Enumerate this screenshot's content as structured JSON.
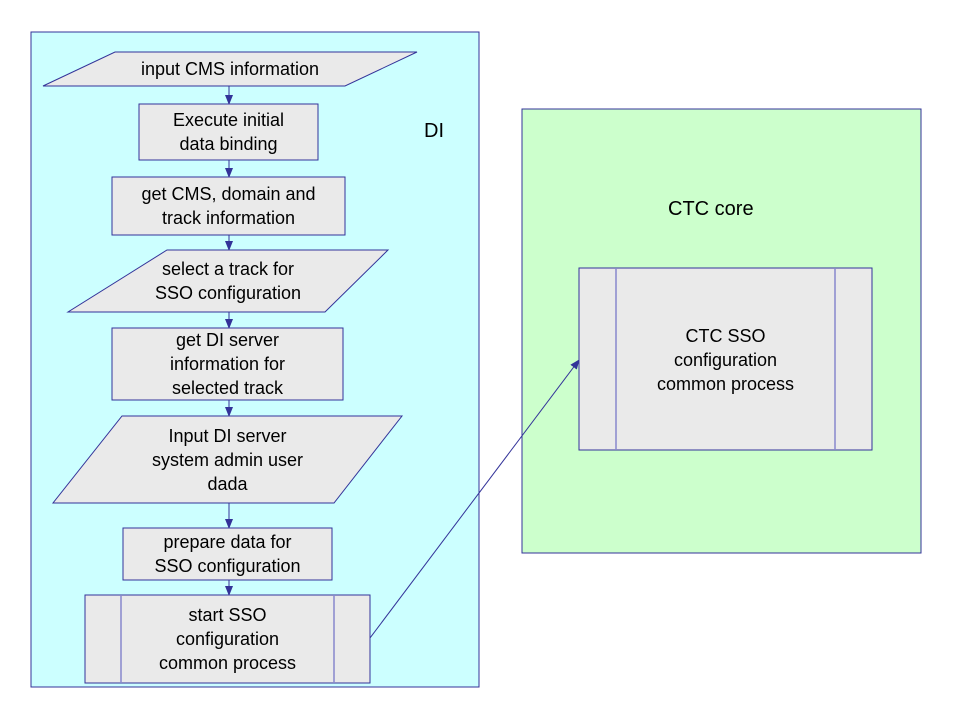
{
  "colors": {
    "di_fill": "#CCFFFF",
    "ctc_fill": "#CCFFCC",
    "shape_fill": "#EAEAEA",
    "stroke": "#333399",
    "inner_stroke": "#8888CC"
  },
  "containers": {
    "di": {
      "title": "DI"
    },
    "ctc": {
      "title": "CTC core"
    }
  },
  "flow": [
    {
      "id": "s1",
      "type": "data",
      "text": "input CMS information"
    },
    {
      "id": "s2",
      "type": "process",
      "text": "Execute initial\ndata binding"
    },
    {
      "id": "s3",
      "type": "process",
      "text": "get CMS, domain and\ntrack information"
    },
    {
      "id": "s4",
      "type": "data",
      "text": "select a track for\nSSO configuration"
    },
    {
      "id": "s5",
      "type": "process",
      "text": "get DI server\ninformation for\nselected track"
    },
    {
      "id": "s6",
      "type": "data",
      "text": "Input DI server\nsystem admin user\ndada"
    },
    {
      "id": "s7",
      "type": "process",
      "text": "prepare data for\nSSO configuration"
    },
    {
      "id": "s8",
      "type": "predefined-process",
      "text": "start SSO\nconfiguration\ncommon process"
    }
  ],
  "ctc_process": {
    "type": "predefined-process",
    "text": "CTC SSO\nconfiguration\ncommon process"
  },
  "connections": [
    {
      "from": "s1",
      "to": "s2"
    },
    {
      "from": "s2",
      "to": "s3"
    },
    {
      "from": "s3",
      "to": "s4"
    },
    {
      "from": "s4",
      "to": "s5"
    },
    {
      "from": "s5",
      "to": "s6"
    },
    {
      "from": "s6",
      "to": "s7"
    },
    {
      "from": "s7",
      "to": "s8"
    },
    {
      "from": "s8",
      "to": "ctc_process"
    }
  ]
}
